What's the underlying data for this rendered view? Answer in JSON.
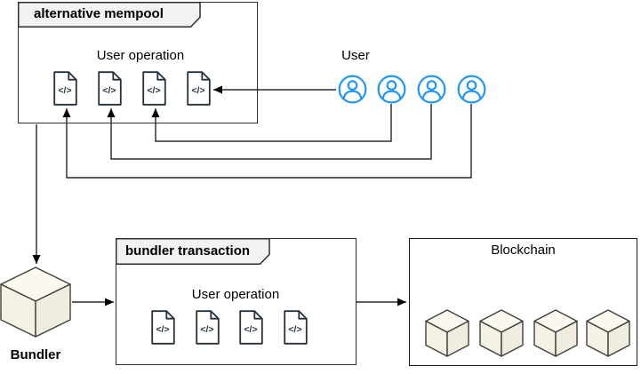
{
  "mempool": {
    "title": "alternative mempool",
    "label": "User operation",
    "doc_glyph": "</>",
    "doc_count": 4
  },
  "users": {
    "label": "User",
    "count": 4
  },
  "bundler": {
    "label": "Bundler"
  },
  "bundler_transaction": {
    "title": "bundler transaction",
    "label": "User operation",
    "doc_glyph": "</>",
    "doc_count": 4
  },
  "blockchain": {
    "title": "Blockchain",
    "block_count": 4
  },
  "colors": {
    "user_accent": "#2196F3",
    "doc_stroke": "#26303C",
    "cube_stroke": "#3F3F3F",
    "cube_top": "#FAF8EF",
    "cube_left": "#F5F1E3",
    "cube_right": "#F1EDDE",
    "tab_fill": "#F2F2F2",
    "frame_border": "#2E2E2E",
    "connector": "#000000",
    "text": "#000000",
    "background": "#FFFFFF"
  }
}
